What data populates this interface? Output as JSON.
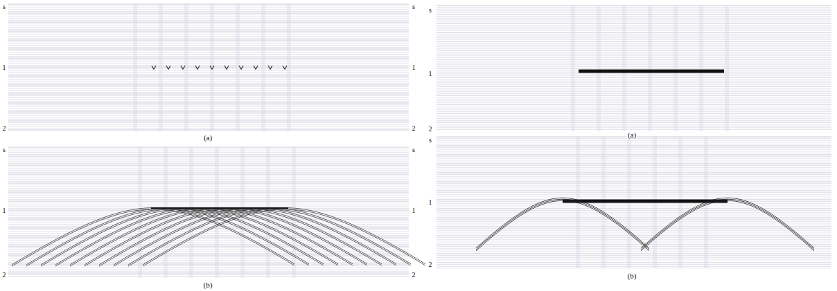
{
  "diagram": {
    "labels": [
      "s",
      "s",
      "1",
      "1",
      "2",
      "2",
      "(a)",
      "s",
      "s",
      "1",
      "1",
      "2",
      "2",
      "(b)",
      "s",
      "1",
      "2",
      "(a)",
      "s",
      "1",
      "2",
      "(b)"
    ]
  }
}
